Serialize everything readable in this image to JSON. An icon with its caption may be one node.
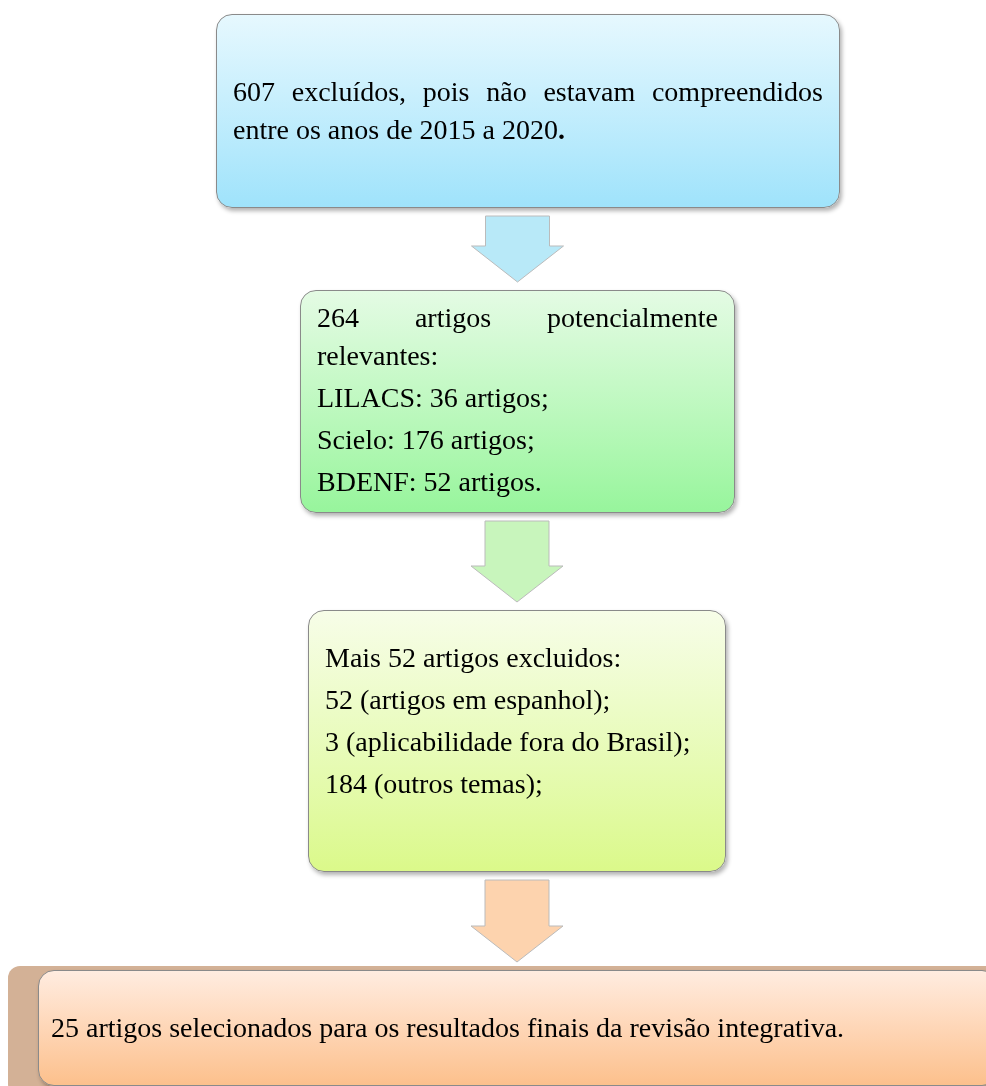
{
  "diagram": {
    "nodes": [
      {
        "text": [
          "607 excluídos, pois não estavam compreendidos entre os anos de 2015 a 2020**.**"
        ]
      },
      {
        "text": [
          "264 artigos potencialmente relevantes:",
          "LILACS: 36 artigos;",
          "Scielo: 176 artigos;",
          "BDENF: 52 artigos."
        ]
      },
      {
        "text": [
          "Mais 52 artigos excluidos:",
          "52 (artigos em espanhol);",
          "3 (aplicabilidade fora do Brasil);",
          "184 (outros temas);"
        ]
      },
      {
        "text": [
          "25 artigos selecionados para os resultados finais da revisão integrativa."
        ]
      }
    ],
    "edges": [
      {
        "from": 0,
        "to": 1,
        "arrow": "to",
        "style": "thick",
        "color": "#b8e9f8"
      },
      {
        "from": 1,
        "to": 2,
        "arrow": "to",
        "style": "thick",
        "color": "#c8f5bc"
      },
      {
        "from": 2,
        "to": 3,
        "arrow": "to",
        "style": "thick",
        "color": "#fdd3ae"
      }
    ]
  }
}
